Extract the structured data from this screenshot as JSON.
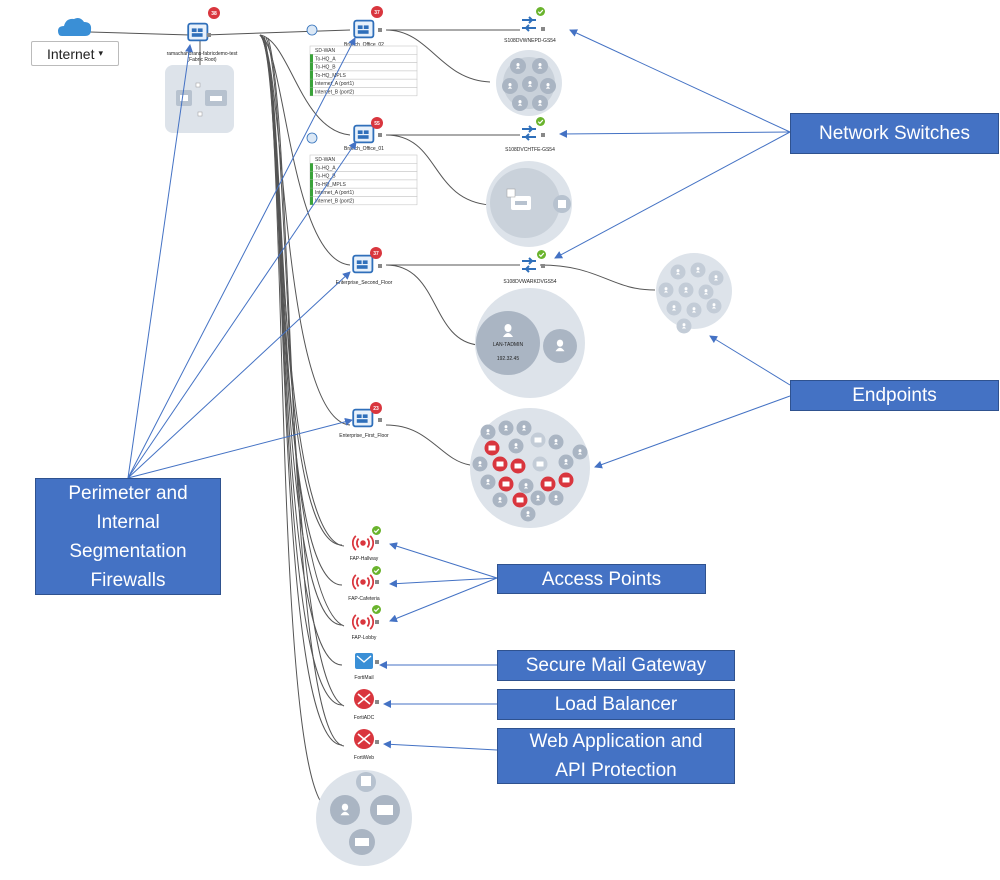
{
  "toolbar": {
    "internet_label": "Internet",
    "caret": "▾"
  },
  "nodes": {
    "root": {
      "name": "ramachandrans-fabricdemo-test",
      "sub": "(Fabric Root)",
      "badge": "38"
    },
    "branch02": {
      "name": "Branch_Office_02",
      "badge": "37"
    },
    "branch01": {
      "name": "Branch_Office_01",
      "badge": "55"
    },
    "second_floor": {
      "name": "Enterprise_Second_Floor",
      "badge": "37"
    },
    "first_floor": {
      "name": "Enterprise_First_Floor",
      "badge": "23"
    },
    "switch1": {
      "name": "S108DVWNEPD-GS54"
    },
    "switch2": {
      "name": "S108DVCHTFE-GS54"
    },
    "switch3": {
      "name": "S108DVWARKDVGS54"
    },
    "ap_hallway": {
      "name": "FAP-Hallway"
    },
    "ap_cafeteria": {
      "name": "FAP-Cafeteria"
    },
    "ap_lobby": {
      "name": "FAP-Lobby"
    },
    "fortimail": {
      "name": "FortiMail"
    },
    "fortiadc": {
      "name": "FortiADC"
    },
    "fortiweb": {
      "name": "FortiWeb"
    },
    "lan_admin": {
      "name": "LAN-TADMIN",
      "sub": "192.32.45"
    }
  },
  "sdwan_tables": {
    "branch02": [
      "SD-WAN",
      "To-HQ_A",
      "To-HQ_B",
      "To-HQ_MPLS",
      "Internet_A (port1)",
      "Internet_B (port2)"
    ],
    "branch01": [
      "SD-WAN",
      "To-HQ_A",
      "To-HQ_B",
      "To-HQ_MPLS",
      "Internet_A (port1)",
      "Internet_B (port2)"
    ]
  },
  "callouts": {
    "network_switches": "Network Switches",
    "endpoints": "Endpoints",
    "firewalls": [
      "Perimeter and",
      "Internal",
      "Segmentation",
      "Firewalls"
    ],
    "access_points": "Access Points",
    "mail_gateway": "Secure Mail Gateway",
    "load_balancer": "Load Balancer",
    "waap": [
      "Web Application and",
      "API Protection"
    ]
  },
  "icons": {
    "cloud": "cloud-icon",
    "firewall": "firewall-icon",
    "switch": "switch-icon",
    "access_point": "access-point-icon",
    "mail": "mail-icon",
    "adc": "adc-icon",
    "linux": "linux-endpoint-icon",
    "check": "check-badge-icon"
  },
  "colors": {
    "callout_fill": "#4472c4",
    "arrow": "#4472c4",
    "fortigate_blue": "#2f6fba",
    "alert_red": "#d9363e",
    "status_green": "#6ab42d",
    "cluster_grey": "#c9d1da"
  }
}
